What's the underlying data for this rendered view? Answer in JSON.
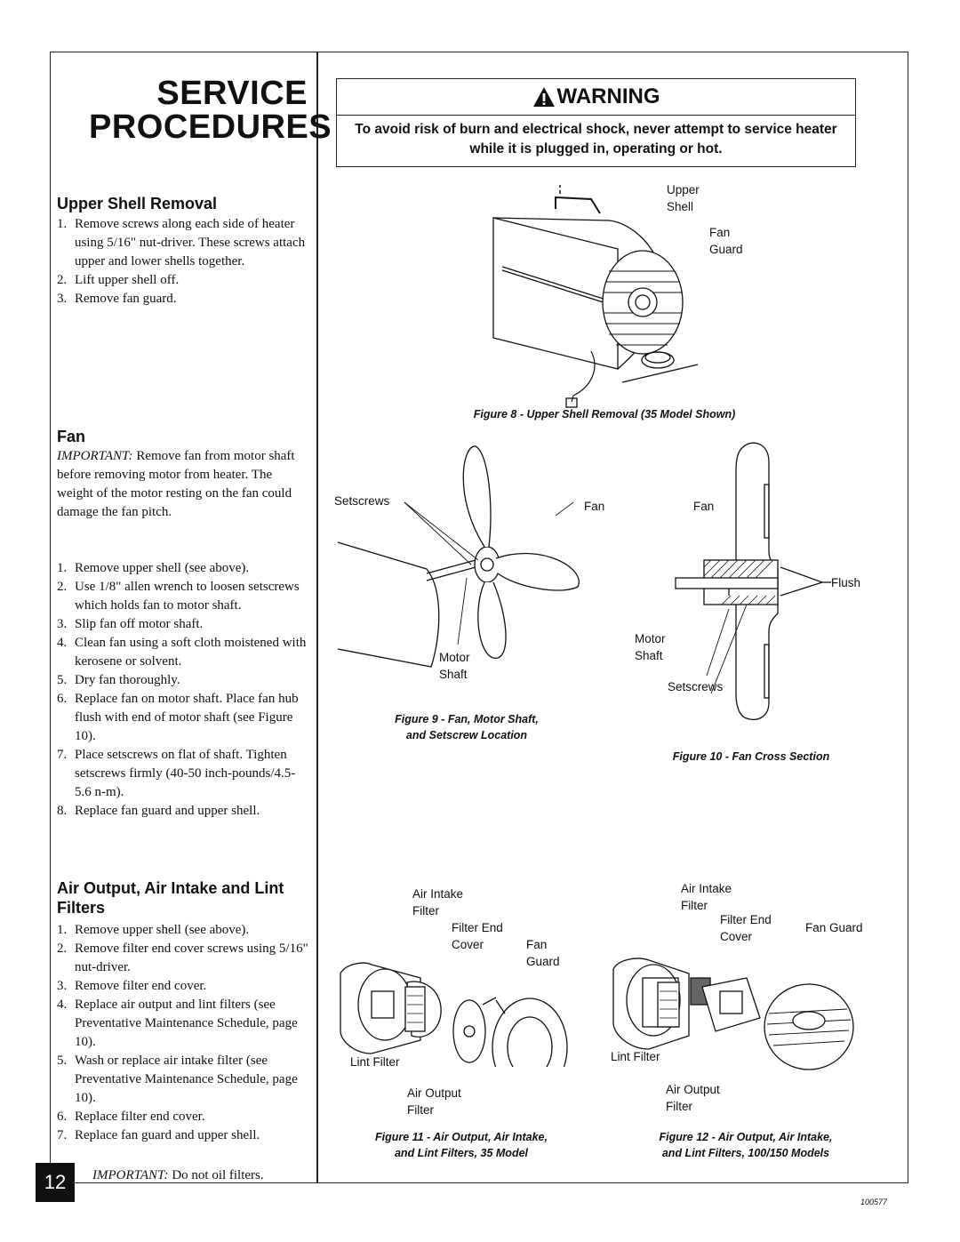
{
  "title": {
    "line1": "SERVICE",
    "line2": "PROCEDURES"
  },
  "warning": {
    "heading": "WARNING",
    "text": "To avoid risk of burn and electrical shock, never attempt to service heater while it is plugged in, operating or hot."
  },
  "upper_shell": {
    "heading": "Upper Shell Removal",
    "steps": [
      "Remove screws along each side of heater using 5/16\" nut-driver. These screws attach upper and lower shells together.",
      "Lift upper shell off.",
      "Remove fan guard."
    ]
  },
  "fan": {
    "heading": "Fan",
    "important_label": "IMPORTANT:",
    "important_text": " Remove fan from motor shaft before removing motor from heater. The weight of the motor resting on the fan could damage the fan pitch.",
    "steps": [
      "Remove upper shell (see above).",
      "Use 1/8\" allen wrench to loosen setscrews which holds fan to motor shaft.",
      "Slip fan off motor shaft.",
      "Clean fan using a soft cloth moistened with kerosene or solvent.",
      "Dry fan thoroughly.",
      "Replace fan on motor shaft. Place fan hub flush with end of motor shaft (see Figure 10).",
      "Place setscrews on flat of shaft. Tighten setscrews firmly (40-50 inch-pounds/4.5-5.6 n-m).",
      "Replace fan guard and upper shell."
    ]
  },
  "air": {
    "heading": "Air Output, Air Intake and Lint Filters",
    "steps": [
      "Remove upper shell (see above).",
      "Remove filter end cover screws using 5/16\" nut-driver.",
      "Remove filter end cover.",
      "Replace air output and lint filters (see Preventative Maintenance Schedule, page 10).",
      "Wash or replace air intake filter (see Preventative Maintenance Schedule, page 10).",
      "Replace filter end cover.",
      "Replace fan guard and upper shell."
    ],
    "important_label": "IMPORTANT:",
    "important_text": " Do not oil filters."
  },
  "figures": {
    "fig8": {
      "caption": "Figure 8 - Upper Shell Removal (35 Model Shown)",
      "labels": {
        "upper_shell_1": "Upper",
        "upper_shell_2": "Shell",
        "fan_guard_1": "Fan",
        "fan_guard_2": "Guard"
      }
    },
    "fig9": {
      "caption_1": "Figure 9 - Fan, Motor Shaft,",
      "caption_2": "and Setscrew Location",
      "labels": {
        "setscrews": "Setscrews",
        "fan": "Fan",
        "motor": "Motor",
        "shaft": "Shaft"
      }
    },
    "fig10": {
      "caption": "Figure 10 - Fan Cross Section",
      "labels": {
        "fan": "Fan",
        "flush": "Flush",
        "motor": "Motor",
        "shaft": "Shaft",
        "setscrews": "Setscrews"
      }
    },
    "fig11": {
      "caption_1": "Figure 11 - Air Output, Air Intake,",
      "caption_2": "and Lint Filters, 35 Model",
      "labels": {
        "air_intake_1": "Air Intake",
        "air_intake_2": "Filter",
        "filter_end_1": "Filter End",
        "filter_end_2": "Cover",
        "fan_guard_1": "Fan",
        "fan_guard_2": "Guard",
        "lint": "Lint Filter",
        "air_output_1": "Air Output",
        "air_output_2": "Filter"
      }
    },
    "fig12": {
      "caption_1": "Figure 12 - Air Output, Air Intake,",
      "caption_2": "and Lint Filters, 100/150 Models",
      "labels": {
        "air_intake_1": "Air Intake",
        "air_intake_2": "Filter",
        "filter_end_1": "Filter End",
        "filter_end_2": "Cover",
        "fan_guard": "Fan Guard",
        "lint": "Lint Filter",
        "air_output_1": "Air Output",
        "air_output_2": "Filter"
      }
    }
  },
  "page_number": "12",
  "doc_code": "100577"
}
